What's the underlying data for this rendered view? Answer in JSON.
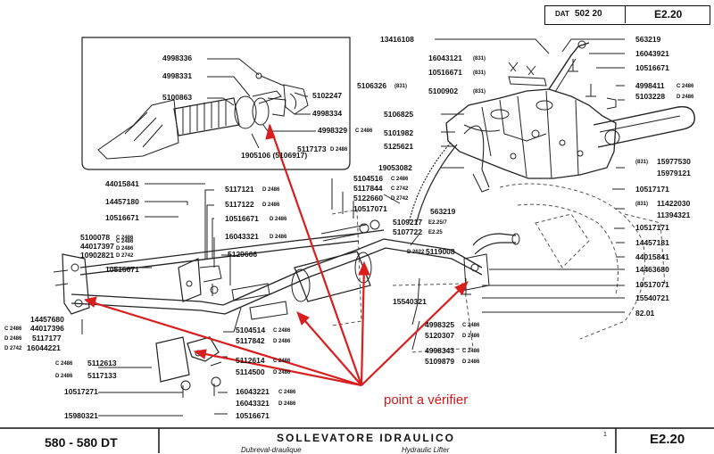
{
  "header": {
    "dat_label": "DAT",
    "dat_number": "502 20",
    "page_code": "E2.20"
  },
  "footer": {
    "model": "580 - 580 DT",
    "title_it": "SOLLEVATORE IDRAULICO",
    "subtitle_left": "Dubreval-draulique",
    "subtitle_right": "Hydraulic Lifter",
    "page_num": "1",
    "page_code": "E2.20"
  },
  "annotation": {
    "note": "point a vérifier"
  },
  "parts": {
    "p4998336": "4998336",
    "p4998331": "4998331",
    "p5100863": "5100863",
    "p5102247": "5102247",
    "p4998334": "4998334",
    "p4998329": "4998329",
    "p4998329_v": "C 2486",
    "p5117173": "5117173",
    "p5117173_v": "D 2486",
    "p1905106": "1905106 (5106917)",
    "p13416108": "13416108",
    "p16043121": "16043121",
    "p16043121_v": "(831)",
    "p10516671a": "10516671",
    "p10516671a_v": "(831)",
    "p5106326": "5106326",
    "p5106326_v": "(831)",
    "p5100902": "5100902",
    "p5100902_v": "(831)",
    "p5106825": "5106825",
    "p5101982": "5101982",
    "p5125621": "5125621",
    "p19053082": "19053082",
    "p563219a": "563219",
    "p16043921": "16043921",
    "p10516671b": "10516671",
    "p4998411": "4998411",
    "p4998411_v": "C 2486",
    "p5103228": "5103228",
    "p5103228_v": "D 2486",
    "p15977530": "15977530",
    "p15977530_v": "(831)",
    "p15979121": "15979121",
    "p10517171a": "10517171",
    "p11422030": "11422030",
    "p11422030_v": "(831)",
    "p11394321": "11394321",
    "p10517171b": "10517171",
    "p14457181": "14457181",
    "p44015841b": "44015841",
    "p14463680": "14463680",
    "p10517071b": "10517071",
    "p15540721": "15540721",
    "p82_01": "82.01",
    "p44015841": "44015841",
    "p14457180": "14457180",
    "p10516671c": "10516671",
    "p5100078": "5100078",
    "p5100078_v": "C 2486",
    "p44017397": "44017397",
    "p44017397_v": "C 2486",
    "p44017397_v2": "D 2486",
    "p10902821": "10902821",
    "p10902821_v": "D 2742",
    "p10516671d": "10516671",
    "p5117121": "5117121",
    "p5117121_v": "D 2486",
    "p5117122": "5117122",
    "p5117122_v": "D 2486",
    "p10516671e": "10516671",
    "p10516671e_v": "D 2486",
    "p16043321a": "16043321",
    "p16043321a_v": "D 2486",
    "p5129666": "5129666",
    "p5104516": "5104516",
    "p5104516_v": "C 2486",
    "p5117844": "5117844",
    "p5117844_v": "C 2742",
    "p5122660": "5122660",
    "p5122660_v": "D 2742",
    "p10517071a": "10517071",
    "p563219b": "563219",
    "p5109217": "5109217",
    "p5109217_v": "E2.25/7",
    "p5107722": "5107722",
    "p5107722_v": "E2.25",
    "p5119008": "5119008",
    "p5119008_v": "D 2622",
    "p15540321": "15540321",
    "p14457680": "14457680",
    "p44017396": "44017396",
    "p44017396_v": "C 2486",
    "p5117177": "5117177",
    "p5117177_v": "D 2486",
    "p16044221": "16044221",
    "p16044221_v": "D 2742",
    "p5112613": "5112613",
    "p5112613_v": "C 2486",
    "p5117133": "5117133",
    "p5117133_v": "D 2486",
    "p10517271": "10517271",
    "p15980321": "15980321",
    "p5104514": "5104514",
    "p5104514_v": "C 2486",
    "p5117842": "5117842",
    "p5117842_v": "D 2486",
    "p5112614": "5112614",
    "p5112614_v": "C 2486",
    "p5114500": "5114500",
    "p5114500_v": "D 2486",
    "p16043221": "16043221",
    "p16043221_v": "C 2486",
    "p16043321b": "16043321",
    "p16043321b_v": "D 2486",
    "p10516671f": "10516671",
    "p4998325": "4998325",
    "p4998325_v": "C 2486",
    "p5120307": "5120307",
    "p5120307_v": "D 2486",
    "p4998343": "4998343",
    "p4998343_v": "C 2486",
    "p5109879": "5109879",
    "p5109879_v": "D 2486"
  }
}
